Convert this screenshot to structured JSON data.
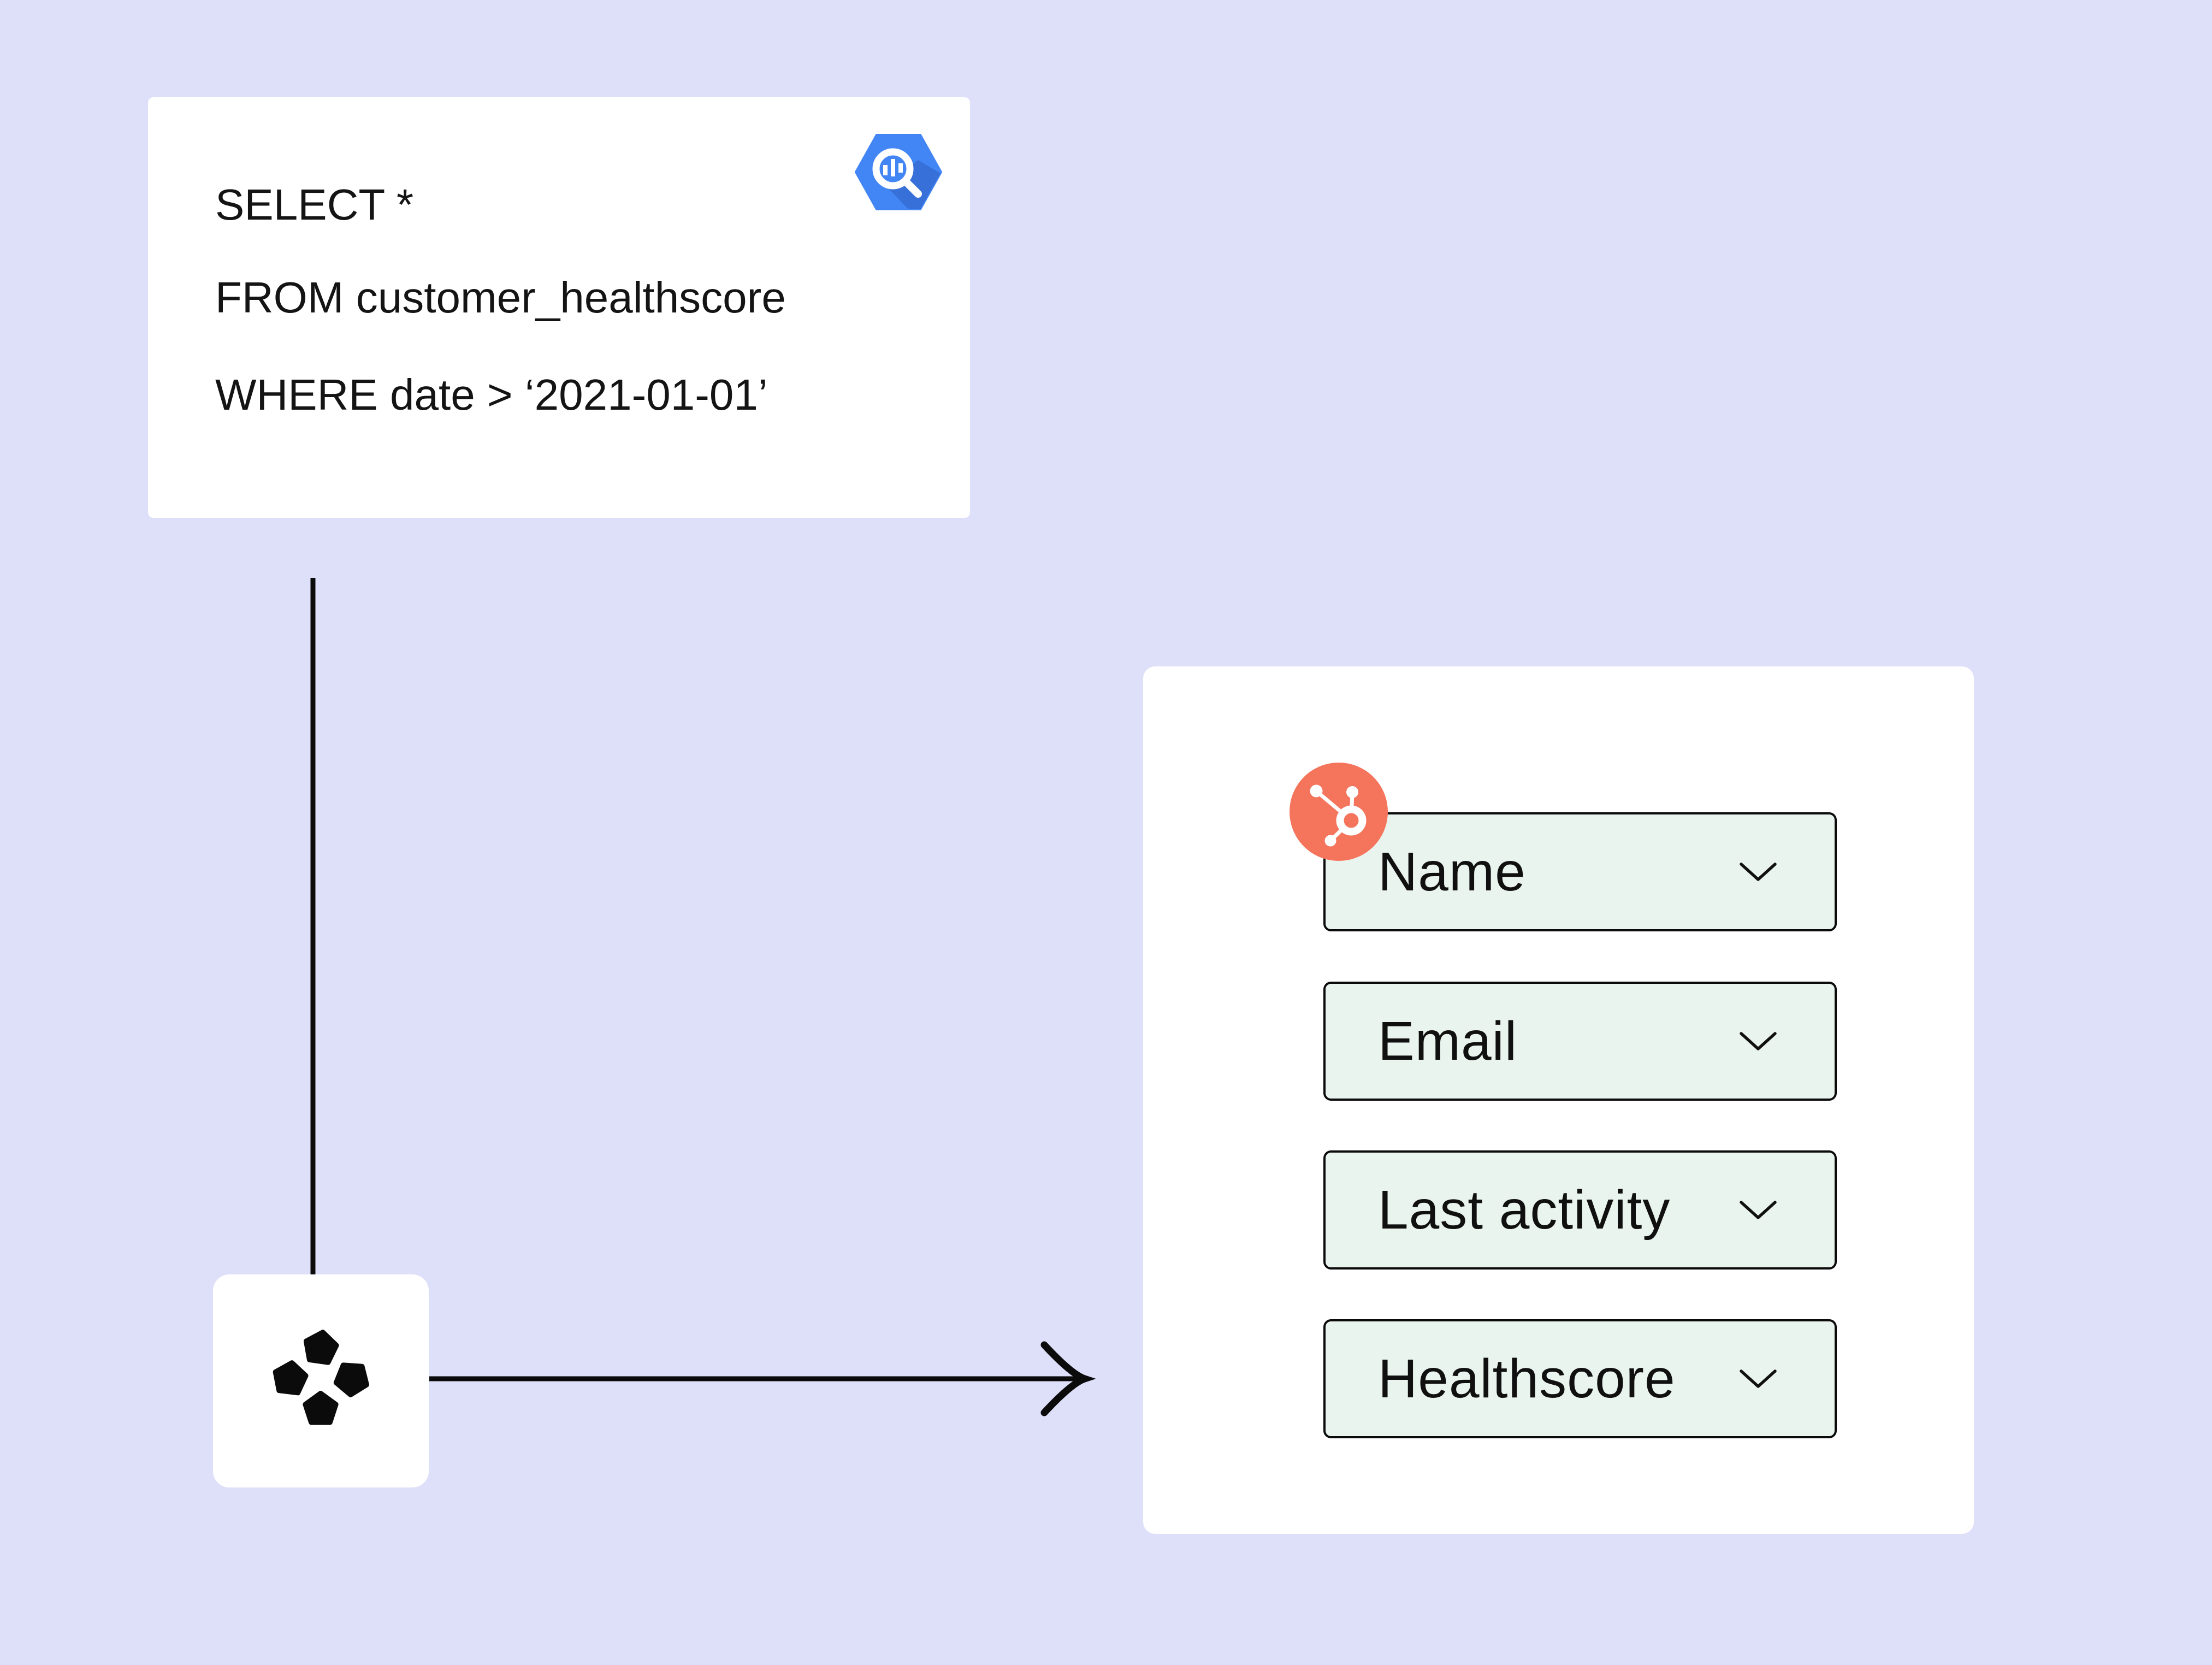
{
  "colors": {
    "background": "#dee0fa",
    "card": "#ffffff",
    "ink": "#0b0b0b",
    "bigquery_blue": "#4285f4",
    "hubspot_orange": "#f4745c",
    "field_fill": "#eaf4ef"
  },
  "bigquery_card": {
    "icon": "bigquery-icon",
    "query_lines": [
      "SELECT *",
      "FROM customer_healthscore",
      "WHERE date > ‘2021-01-01’"
    ]
  },
  "census_node": {
    "icon": "census-pentagons-icon"
  },
  "hubspot_panel": {
    "icon": "hubspot-icon",
    "fields": [
      {
        "label": "Name"
      },
      {
        "label": "Email"
      },
      {
        "label": "Last activity"
      },
      {
        "label": "Healthscore"
      }
    ]
  }
}
